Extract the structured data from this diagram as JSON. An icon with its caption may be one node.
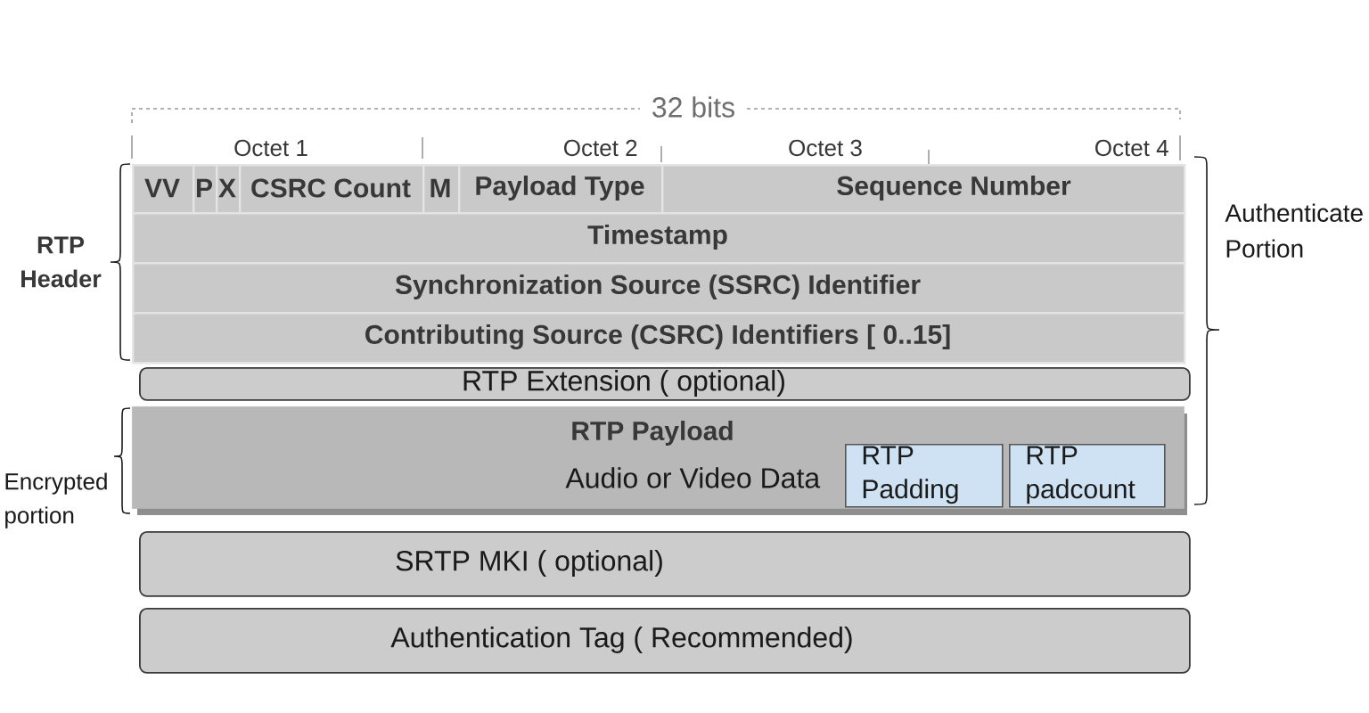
{
  "diagram": {
    "nodes": [
      {
        "text": [
          "VV"
        ]
      },
      {
        "text": [
          "P"
        ]
      },
      {
        "text": [
          "X"
        ]
      },
      {
        "text": [
          "CSRC Count"
        ]
      },
      {
        "text": [
          "M"
        ]
      },
      {
        "text": [
          "Payload Type"
        ]
      },
      {
        "text": [
          "Sequence Number"
        ]
      },
      {
        "text": [
          "Timestamp"
        ]
      },
      {
        "text": [
          "Synchronization Source (SSRC) Identifier"
        ]
      },
      {
        "text": [
          "Contributing Source (CSRC) Identifiers [ 0..15]"
        ]
      },
      {
        "text": [
          "RTP Extension ( optional)"
        ]
      },
      {
        "text": [
          "RTP Payload",
          "Audio or Video Data"
        ]
      },
      {
        "text": [
          "RTP Padding"
        ],
        "in": 11
      },
      {
        "text": [
          "RTP padcount"
        ],
        "in": 11
      },
      {
        "text": [
          "SRTP MKI ( optional)"
        ]
      },
      {
        "text": [
          "Authentication Tag ( Recommended)"
        ]
      }
    ],
    "labels": [
      "32 bits",
      "Octet 1",
      "Octet 2",
      "Octet 3",
      "Octet 4",
      "RTP Header",
      "Authenticate Portion",
      "Encrypted portion"
    ]
  }
}
